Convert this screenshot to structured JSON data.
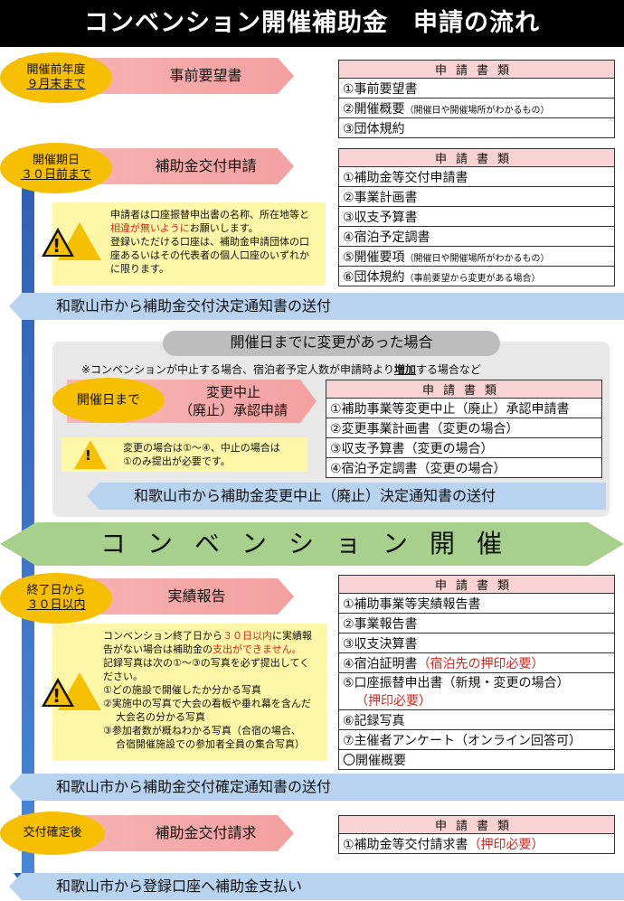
{
  "title": "コンベンション開催補助金　申請の流れ",
  "section1": {
    "badge": [
      "開催前年度",
      "９月末まで"
    ],
    "step": "事前要望書",
    "docs_header": "申請書類",
    "docs": [
      "①事前要望書",
      "②開催概要",
      "③団体規約"
    ],
    "doc2_note": "（開催日や開催場所がわかるもの）"
  },
  "section2": {
    "badge": [
      "開催期日",
      "３０日前まで"
    ],
    "step": "補助金交付申請",
    "docs_header": "申請書類",
    "docs": [
      "①補助金等交付申請書",
      "②事業計画書",
      "③収支予算書",
      "④宿泊予定調書",
      "⑤開催要項",
      "⑥団体規約"
    ],
    "doc5_note": "（開催日や開催場所がわかるもの）",
    "doc6_note": "（事前要望から変更がある場合）",
    "notice_lines": [
      "申請者は口座振替申出書の名称、所在地等と",
      "相違が無いように",
      "お願いします。",
      "登録いただける口座は、補助金申請団体の口",
      "座あるいはその代表者の個人口座のいずれか",
      "に限ります。"
    ]
  },
  "band1": "和歌山市から補助金交付決定通知書の送付",
  "change": {
    "heading": "開催日までに変更があった場合",
    "note_pre": "※コンベンションが中止する場合、宿泊者予定人数が申請時より",
    "note_u": "増加",
    "note_post": "する場合など",
    "badge": "開催日まで",
    "step": [
      "変更中止",
      "（廃止）承認申請"
    ],
    "docs_header": "申請書類",
    "docs": [
      "①補助事業等変更中止（廃止）承認申請書",
      "②変更事業計画書（変更の場合）",
      "③収支予算書（変更の場合）",
      "④宿泊予定調書（変更の場合）"
    ],
    "notice_lines": [
      "変更の場合は①～④、中止の場合は",
      "①のみ提出が必要です。"
    ],
    "band": "和歌山市から補助金変更中止（廃止）決定通知書の送付"
  },
  "convention": "コンベンション開催",
  "section3": {
    "badge": [
      "終了日から",
      "３０日以内"
    ],
    "step": "実績報告",
    "docs_header": "申請書類",
    "docs": [
      "①補助事業等実績報告書",
      "②事業報告書",
      "③収支決算書",
      "④宿泊証明書",
      "⑤口座振替申出書（新規・変更の場合）",
      "⑥記録写真",
      "⑦主催者アンケート（オンライン回答可）",
      "〇開催概要"
    ],
    "doc4_red": "（宿泊先の押印必要）",
    "doc5_red": "（押印必要）",
    "notice": {
      "l1a": "コンベンション終了日から",
      "l1b": "３０日以内",
      "l1c": "に実績報",
      "l2a": "告がない場合は補助金の",
      "l2b": "支出ができません。",
      "l3": "記録写真は次の①～③の写真を必ず提出してく",
      "l4": "ださい。",
      "l5": "①どの施設で開催したか分かる写真",
      "l6": "②実施中の写真で大会の看板や垂れ幕を含んだ",
      "l7": "大会名の分かる写真",
      "l8": "③参加者数が概ねわかる写真（合宿の場合、",
      "l9": "合宿開催施設での参加者全員の集合写真）"
    }
  },
  "band3": "和歌山市から補助金交付確定通知書の送付",
  "section4": {
    "badge": "交付確定後",
    "step": "補助金交付請求",
    "docs_header": "申請書類",
    "doc1": "①補助金等交付請求書",
    "doc1_red": "（押印必要）"
  },
  "band4": "和歌山市から登録口座へ補助金支払い"
}
